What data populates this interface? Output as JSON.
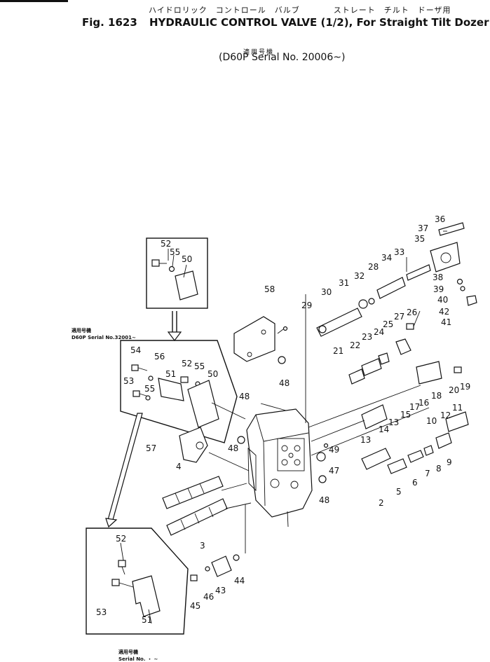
{
  "header": {
    "jp_title": "ハイドロリック　コントロール　バルブ　　　　ストレート　チルト　ドーザ用",
    "fig_label": "Fig. 1623",
    "title": "HYDRAULIC CONTROL VALVE (1/2), For Straight Tilt Dozer",
    "jp_applicable": "適用号機",
    "serial": "(D60P Serial No. 20006~)"
  },
  "notes": {
    "upper_jp": "適用号機",
    "upper_serial": "D60P  Serial No.32001~",
    "lower_jp": "適用号機",
    "lower_serial": "Serial No.  ・  ~"
  },
  "callouts": {
    "c1": "2",
    "c2": "3",
    "c3": "4",
    "c4": "5",
    "c5": "6",
    "c6": "7",
    "c7": "8",
    "c8": "9",
    "c9": "10",
    "c10": "11",
    "c11": "12",
    "c12": "13",
    "c13": "13",
    "c14": "14",
    "c15": "15",
    "c16": "16",
    "c17": "17",
    "c18": "18",
    "c19": "19",
    "c20": "20",
    "c21": "21",
    "c22": "22",
    "c23": "23",
    "c24": "24",
    "c25": "25",
    "c26": "26",
    "c27": "27",
    "c28": "28",
    "c29": "29",
    "c30": "30",
    "c31": "31",
    "c32": "32",
    "c33": "33",
    "c34": "34",
    "c35": "35",
    "c36": "36",
    "c37": "37",
    "c38": "38",
    "c39": "39",
    "c40": "40",
    "c41": "41",
    "c42": "42",
    "c43": "43",
    "c44": "44",
    "c45": "45",
    "c46": "46",
    "c47": "47",
    "c48": "48",
    "c49": "48",
    "c50": "48",
    "c51": "48",
    "c52": "49",
    "c53": "50",
    "c54": "50",
    "c55": "51",
    "c56": "51",
    "c57": "52",
    "c58": "52",
    "c59": "52",
    "c60": "53",
    "c61": "53",
    "c62": "54",
    "c63": "55",
    "c64": "55",
    "c65": "55",
    "c66": "56",
    "c67": "57",
    "c68": "58"
  }
}
